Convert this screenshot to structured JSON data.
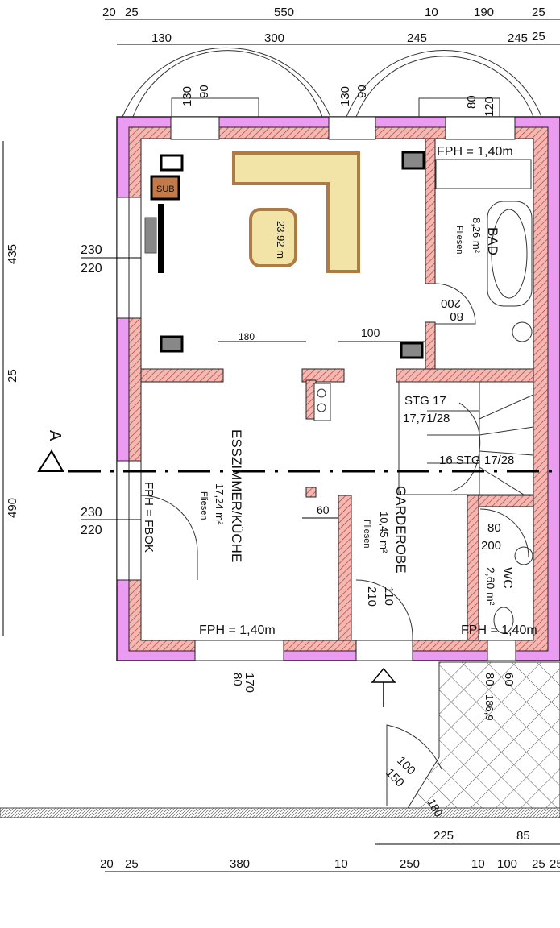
{
  "labels": {
    "top_dims": [
      "20",
      "25",
      "550",
      "10",
      "190",
      "25",
      "25"
    ],
    "top_dims2": [
      "130",
      "300",
      "245",
      "245"
    ],
    "window_dims": [
      "130",
      "90",
      "130",
      "90",
      "80",
      "120"
    ],
    "left_dims": [
      "435",
      "25",
      "490"
    ],
    "window_left_1": [
      "230",
      "220"
    ],
    "window_left_2": [
      "230",
      "220"
    ],
    "fph_bath": "FPH = 1,40m",
    "sub": "SUB",
    "table_area": "23,92 m",
    "bad_name": "BAD",
    "bad_area": "8,26 m²",
    "bad_floor": "Fliesen",
    "door_bad": [
      "200",
      "80"
    ],
    "dim_180": "180",
    "dim_100": "100",
    "stair_1": "STG 17",
    "stair_2": "17,71/28",
    "stair_3": "16 STG 17/28",
    "section": "A",
    "ess_name": "ESSZIMMER/KÜCHE",
    "ess_area": "17,24 m²",
    "ess_floor": "Fliesen",
    "fph_fbok": "FPH = FBOK",
    "dim_60": "60",
    "gard_name": "GARDEROBE",
    "gard_area": "10,45 m²",
    "gard_floor": "Fliesen",
    "wc_door": [
      "80",
      "200"
    ],
    "wc_name": "WC",
    "wc_area": "2,60 m²",
    "entry_door": [
      "110",
      "210"
    ],
    "fph_bottom": "FPH = 1,40m",
    "fph_wc": "FPH = 1,40m",
    "win_bottom": [
      "80",
      "170"
    ],
    "wc_win": [
      "80",
      "60"
    ],
    "dim_1869": "186,9",
    "landing": [
      "100",
      "150"
    ],
    "dim_180b": "180",
    "bottom_dims1": [
      "225",
      "85"
    ],
    "bottom_dims2": [
      "20",
      "25",
      "380",
      "10",
      "250",
      "10",
      "100",
      "25",
      "25"
    ]
  },
  "colors": {
    "wall_fill": "#ea9df0",
    "wall_hatch": "#c0392b",
    "counter": "#f1e4a6",
    "counter_edge": "#b07a45",
    "sub_box": "#c47a48",
    "terrace_line": "#555555"
  }
}
